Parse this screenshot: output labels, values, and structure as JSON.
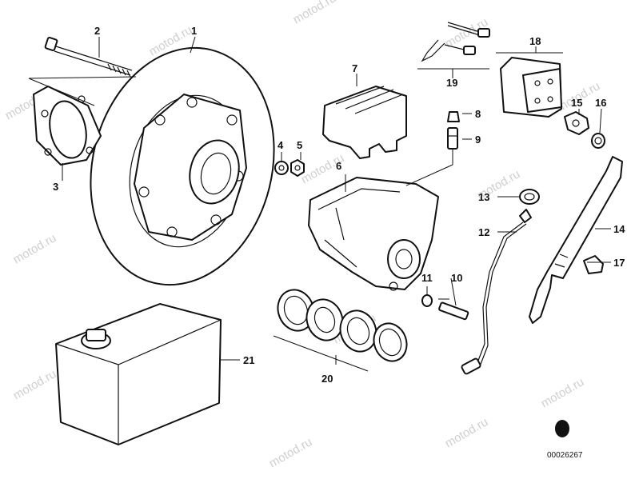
{
  "diagram": {
    "labels": {
      "p1": "1",
      "p2": "2",
      "p3": "3",
      "p4": "4",
      "p5": "5",
      "p6": "6",
      "p7": "7",
      "p8": "8",
      "p9": "9",
      "p10": "10",
      "p11": "11",
      "p12": "12",
      "p13": "13",
      "p14": "14",
      "p15": "15",
      "p16": "16",
      "p17": "17",
      "p18": "18",
      "p19": "19",
      "p20": "20",
      "p21": "21"
    },
    "watermark": "motod.ru",
    "reference_number": "00026267"
  }
}
